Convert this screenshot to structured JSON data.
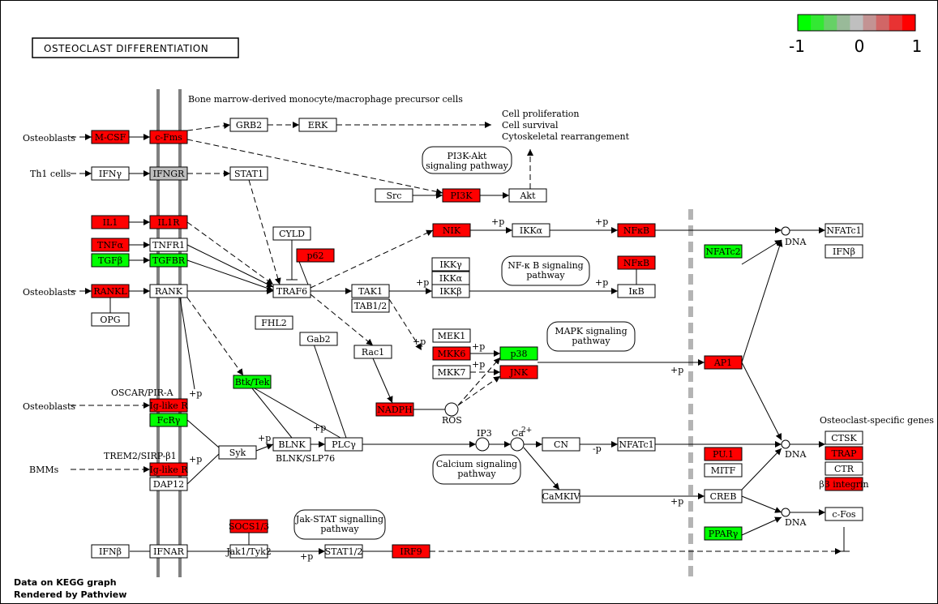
{
  "title": "OSTEOCLAST DIFFERENTIATION",
  "footer": {
    "line1": "Data on KEGG graph",
    "line2": "Rendered by Pathview"
  },
  "legend": {
    "colors": [
      "#00ff00",
      "#33e833",
      "#66d166",
      "#99ba99",
      "#bfbfbf",
      "#c39393",
      "#d16666",
      "#e83333",
      "#ff0000"
    ],
    "ticks": [
      "-1",
      "0",
      "1"
    ]
  },
  "colors": {
    "up": "#ff0000",
    "down": "#00ff00",
    "neutral": "#bebebe",
    "none": "#ffffff"
  },
  "nodes": [
    {
      "id": "mcsf",
      "label": "M-CSF",
      "state": "up"
    },
    {
      "id": "cfms",
      "label": "c-Fms",
      "state": "up"
    },
    {
      "id": "grb2",
      "label": "GRB2",
      "state": "none"
    },
    {
      "id": "erk",
      "label": "ERK",
      "state": "none"
    },
    {
      "id": "ifng",
      "label": "IFNγ",
      "state": "none"
    },
    {
      "id": "ifngr",
      "label": "IFNGR",
      "state": "neutral"
    },
    {
      "id": "stat1a",
      "label": "STAT1",
      "state": "none"
    },
    {
      "id": "src",
      "label": "Src",
      "state": "none"
    },
    {
      "id": "pi3k",
      "label": "PI3K",
      "state": "up"
    },
    {
      "id": "akt",
      "label": "Akt",
      "state": "none"
    },
    {
      "id": "il1",
      "label": "IL1",
      "state": "up"
    },
    {
      "id": "il1r",
      "label": "IL1R",
      "state": "up"
    },
    {
      "id": "cyld",
      "label": "CYLD",
      "state": "none"
    },
    {
      "id": "p62",
      "label": "p62",
      "state": "up"
    },
    {
      "id": "nik",
      "label": "NIK",
      "state": "up"
    },
    {
      "id": "ikka",
      "label": "IKKα",
      "state": "none"
    },
    {
      "id": "nfkb1",
      "label": "NFκB",
      "state": "up"
    },
    {
      "id": "nfatc1a",
      "label": "NFATc1",
      "state": "none"
    },
    {
      "id": "ifnb2",
      "label": "IFNβ",
      "state": "none"
    },
    {
      "id": "tnfa",
      "label": "TNFα",
      "state": "up"
    },
    {
      "id": "tnfr1",
      "label": "TNFR1",
      "state": "none"
    },
    {
      "id": "tgfb",
      "label": "TGFβ",
      "state": "down"
    },
    {
      "id": "tgfbr",
      "label": "TGFBR",
      "state": "down"
    },
    {
      "id": "nfatc2",
      "label": "NFATc2",
      "state": "down"
    },
    {
      "id": "ikkg",
      "label": "IKKγ",
      "state": "none"
    },
    {
      "id": "ikka2",
      "label": "IKKα",
      "state": "none"
    },
    {
      "id": "ikkb",
      "label": "IKKβ",
      "state": "none"
    },
    {
      "id": "nfkb2",
      "label": "NFκB",
      "state": "up"
    },
    {
      "id": "ikb",
      "label": "IκB",
      "state": "none"
    },
    {
      "id": "rankl",
      "label": "RANKL",
      "state": "up"
    },
    {
      "id": "rank",
      "label": "RANK",
      "state": "none"
    },
    {
      "id": "traf6",
      "label": "TRAF6",
      "state": "none"
    },
    {
      "id": "tak1",
      "label": "TAK1",
      "state": "none"
    },
    {
      "id": "tab12",
      "label": "TAB1/2",
      "state": "none"
    },
    {
      "id": "opg",
      "label": "OPG",
      "state": "none"
    },
    {
      "id": "fhl2",
      "label": "FHL2",
      "state": "none"
    },
    {
      "id": "gab2",
      "label": "Gab2",
      "state": "none"
    },
    {
      "id": "mek1",
      "label": "MEK1",
      "state": "none"
    },
    {
      "id": "mkk6",
      "label": "MKK6",
      "state": "up"
    },
    {
      "id": "p38",
      "label": "p38",
      "state": "down"
    },
    {
      "id": "rac1",
      "label": "Rac1",
      "state": "none"
    },
    {
      "id": "mkk7",
      "label": "MKK7",
      "state": "none"
    },
    {
      "id": "jnk",
      "label": "JNK",
      "state": "up"
    },
    {
      "id": "ap1",
      "label": "AP1",
      "state": "up"
    },
    {
      "id": "btk",
      "label": "Btk/Tek",
      "state": "down"
    },
    {
      "id": "iglike1",
      "label": "Ig-like R",
      "state": "up"
    },
    {
      "id": "fcry",
      "label": "FcRγ",
      "state": "down"
    },
    {
      "id": "nadph",
      "label": "NADPH",
      "state": "up"
    },
    {
      "id": "syk",
      "label": "Syk",
      "state": "none"
    },
    {
      "id": "blnk",
      "label": "BLNK",
      "state": "none"
    },
    {
      "id": "plcy",
      "label": "PLCγ",
      "state": "none"
    },
    {
      "id": "cn",
      "label": "CN",
      "state": "none"
    },
    {
      "id": "nfatc1b",
      "label": "NFATc1",
      "state": "none"
    },
    {
      "id": "iglike2",
      "label": "Ig-like R",
      "state": "up"
    },
    {
      "id": "dap12",
      "label": "DAP12",
      "state": "none"
    },
    {
      "id": "pu1",
      "label": "PU.1",
      "state": "up"
    },
    {
      "id": "mitf",
      "label": "MITF",
      "state": "none"
    },
    {
      "id": "camkiv",
      "label": "CaMKIV",
      "state": "none"
    },
    {
      "id": "creb",
      "label": "CREB",
      "state": "none"
    },
    {
      "id": "ctsk",
      "label": "CTSK",
      "state": "none"
    },
    {
      "id": "trap",
      "label": "TRAP",
      "state": "up"
    },
    {
      "id": "ctr",
      "label": "CTR",
      "state": "none"
    },
    {
      "id": "b3integrin",
      "label": "β3 integrin",
      "state": "up"
    },
    {
      "id": "cfos",
      "label": "c-Fos",
      "state": "none"
    },
    {
      "id": "socs",
      "label": "SOCS1/3",
      "state": "up"
    },
    {
      "id": "ppary",
      "label": "PPARγ",
      "state": "down"
    },
    {
      "id": "ifnb1",
      "label": "IFNβ",
      "state": "none"
    },
    {
      "id": "ifnar",
      "label": "IFNAR",
      "state": "none"
    },
    {
      "id": "jak",
      "label": "Jak1/Tyk2",
      "state": "none"
    },
    {
      "id": "stat12",
      "label": "STAT1/2",
      "state": "none"
    },
    {
      "id": "irf9",
      "label": "IRF9",
      "state": "up"
    }
  ],
  "pathways": [
    {
      "id": "pi3kakt",
      "lines": [
        "PI3K-Akt",
        "signaling pathway"
      ]
    },
    {
      "id": "nfkbsig",
      "lines": [
        "NF-κ B signaling",
        "pathway"
      ]
    },
    {
      "id": "mapk",
      "lines": [
        "MAPK signaling",
        "pathway"
      ]
    },
    {
      "id": "calcium",
      "lines": [
        "Calcium signaling",
        "pathway"
      ]
    },
    {
      "id": "jakstat",
      "lines": [
        "Jak-STAT signalling",
        "pathway"
      ]
    }
  ],
  "labels": {
    "precursor": "Bone marrow-derived monocyte/macrophage precursor cells",
    "cell_prolif": "Cell proliferation",
    "cell_survival": "Cell survival",
    "cyto": "Cytoskeletal rearrangement",
    "osteoblasts1": "Osteoblasts",
    "th1": "Th1 cells",
    "osteoblasts2": "Osteoblasts",
    "osteoblasts3": "Osteoblasts",
    "bmms": "BMMs",
    "oscar": "OSCAR/PIR-A",
    "trem2": "TREM2/SIRP-β1",
    "blnk_slp76": "BLNK/SLP76",
    "ros": "ROS",
    "ip3": "IP3",
    "ca": "Ca",
    "ca_sup": "2+",
    "dna1": "DNA",
    "dna2": "DNA",
    "dna3": "DNA",
    "osteoclast_genes": "Osteoclast-specific genes",
    "p": "+p",
    "mp": "-p"
  }
}
